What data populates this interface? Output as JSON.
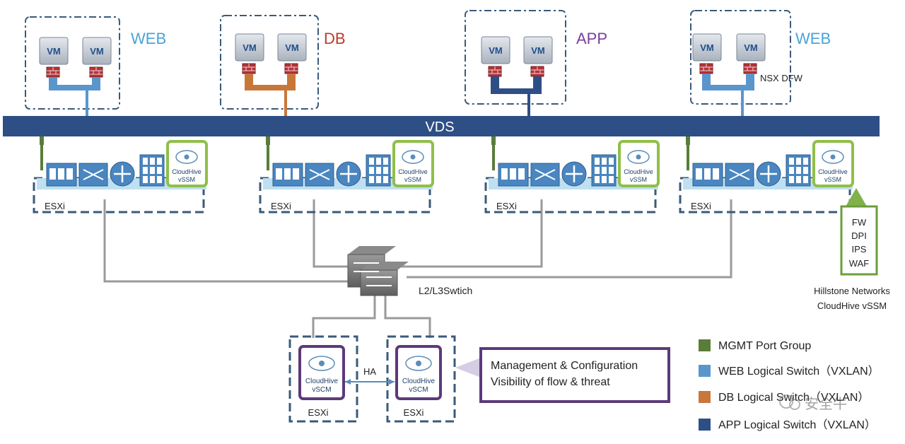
{
  "vds": {
    "label": "VDS"
  },
  "groups": [
    {
      "label": "WEB",
      "color": "#4aa3d8",
      "vm_label": "VM",
      "link_color": "#5a96cc"
    },
    {
      "label": "DB",
      "color": "#c0392b",
      "vm_label": "VM",
      "link_color": "#c8773a"
    },
    {
      "label": "APP",
      "color": "#7a3e9d",
      "vm_label": "VM",
      "link_color": "#2e4f86"
    },
    {
      "label": "WEB",
      "color": "#4aa3d8",
      "vm_label": "VM",
      "link_color": "#5a96cc"
    }
  ],
  "nsx_dfw_label": "NSX DFW",
  "hosts": [
    {
      "label": "ESXi",
      "vssm_line1": "CloudHive",
      "vssm_line2": "vSSM"
    },
    {
      "label": "ESXi",
      "vssm_line1": "CloudHive",
      "vssm_line2": "vSSM"
    },
    {
      "label": "ESXi",
      "vssm_line1": "CloudHive",
      "vssm_line2": "vSSM"
    },
    {
      "label": "ESXi",
      "vssm_line1": "CloudHive",
      "vssm_line2": "vSSM"
    }
  ],
  "vssm_functions": [
    "FW",
    "DPI",
    "IPS",
    "WAF"
  ],
  "hillstone": {
    "line1": "Hillstone Networks",
    "line2": "CloudHive vSSM"
  },
  "switch_label": "L2/L3Swtich",
  "vscm_hosts": [
    {
      "label": "ESXi",
      "line1": "CloudHive",
      "line2": "vSCM"
    },
    {
      "label": "ESXi",
      "line1": "CloudHive",
      "line2": "vSCM"
    }
  ],
  "ha_label": "HA",
  "callout": {
    "line1": "Management & Configuration",
    "line2": "Visibility of flow & threat"
  },
  "legend": [
    {
      "label": "MGMT Port Group",
      "color": "#5a7d3a"
    },
    {
      "label": "WEB Logical Switch（VXLAN）",
      "color": "#5a96cc"
    },
    {
      "label": "DB Logical Switch（VXLAN）",
      "color": "#c8773a"
    },
    {
      "label": "APP Logical Switch（VXLAN）",
      "color": "#2e4f86"
    }
  ],
  "watermark": "安全牛"
}
